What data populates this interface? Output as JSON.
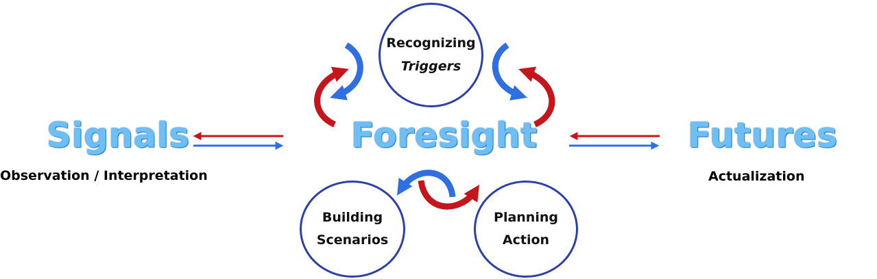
{
  "nodes": {
    "signals": "Signals",
    "foresight": "Foresight",
    "futures": "Futures"
  },
  "captions": {
    "signals": "Observation / Interpretation",
    "futures": "Actualization"
  },
  "circles": {
    "triggers": {
      "line1": "Recognizing",
      "line2": "Triggers"
    },
    "scenarios": {
      "line1": "Building",
      "line2": "Scenarios"
    },
    "planning": {
      "line1": "Planning",
      "line2": "Action"
    }
  },
  "colors": {
    "text_blue": "#6ec0f4",
    "arrow_red": "#c4161c",
    "arrow_blue": "#2f6fe0",
    "circle_border": "#2e3fa8"
  }
}
